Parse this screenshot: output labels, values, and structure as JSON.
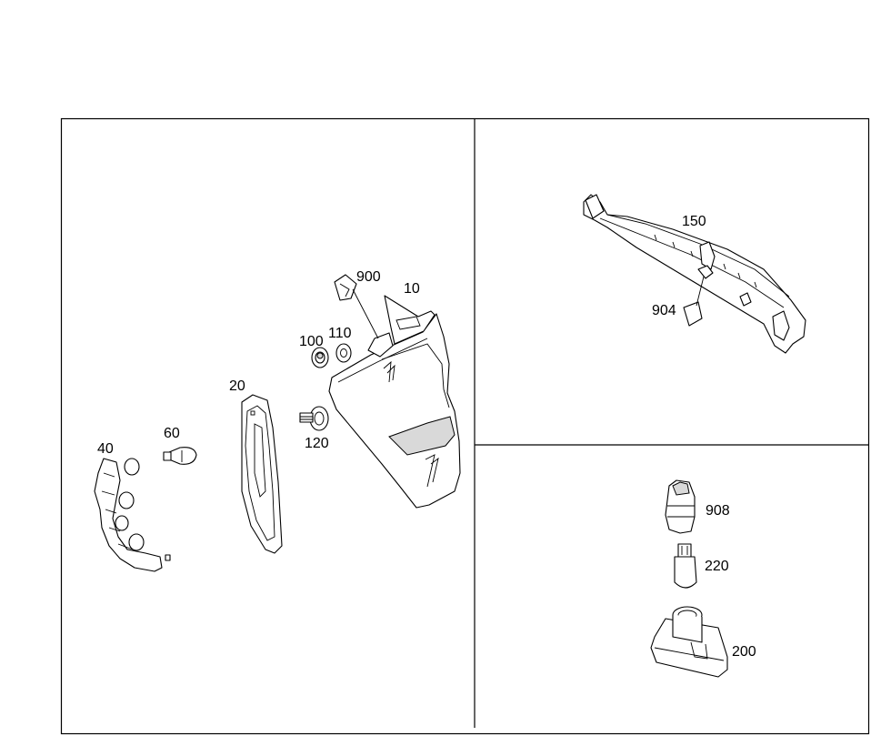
{
  "diagram": {
    "panels": [
      {
        "id": "left",
        "callouts": [
          "900",
          "10",
          "100",
          "110",
          "20",
          "120",
          "60",
          "40"
        ]
      },
      {
        "id": "top-right",
        "callouts": [
          "150",
          "904"
        ]
      },
      {
        "id": "bottom-right",
        "callouts": [
          "908",
          "220",
          "200"
        ]
      }
    ],
    "labels": {
      "p900": "900",
      "p10": "10",
      "p100": "100",
      "p110": "110",
      "p20": "20",
      "p120": "120",
      "p60": "60",
      "p40": "40",
      "p150": "150",
      "p904": "904",
      "p908": "908",
      "p220": "220",
      "p200": "200"
    }
  }
}
